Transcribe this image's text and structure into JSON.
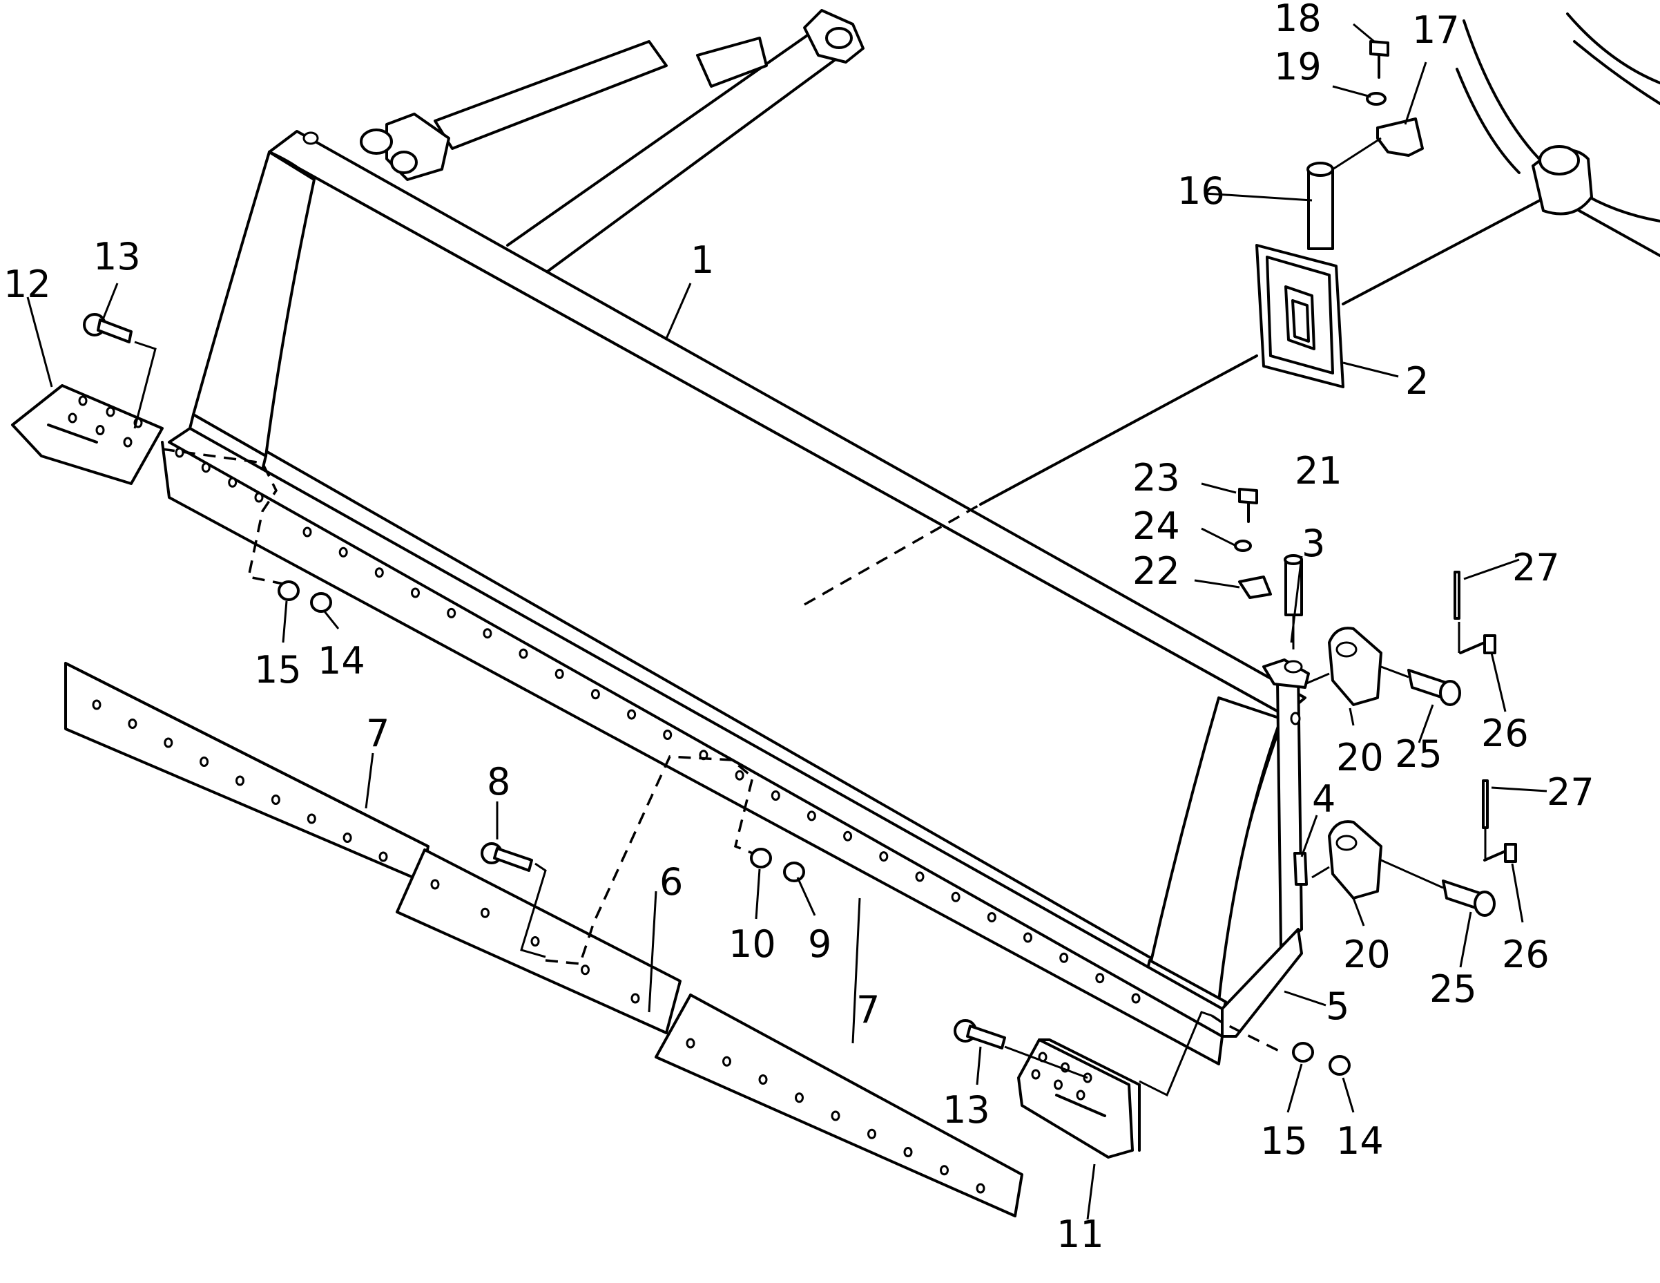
{
  "callouts": [
    {
      "id": "1",
      "text": "1"
    },
    {
      "id": "2",
      "text": "2"
    },
    {
      "id": "3",
      "text": "3"
    },
    {
      "id": "4",
      "text": "4"
    },
    {
      "id": "5",
      "text": "5"
    },
    {
      "id": "6",
      "text": "6"
    },
    {
      "id": "7a",
      "text": "7"
    },
    {
      "id": "7b",
      "text": "7"
    },
    {
      "id": "8",
      "text": "8"
    },
    {
      "id": "9",
      "text": "9"
    },
    {
      "id": "10",
      "text": "10"
    },
    {
      "id": "11",
      "text": "11"
    },
    {
      "id": "12",
      "text": "12"
    },
    {
      "id": "13a",
      "text": "13"
    },
    {
      "id": "13b",
      "text": "13"
    },
    {
      "id": "14a",
      "text": "14"
    },
    {
      "id": "14b",
      "text": "14"
    },
    {
      "id": "15a",
      "text": "15"
    },
    {
      "id": "15b",
      "text": "15"
    },
    {
      "id": "16",
      "text": "16"
    },
    {
      "id": "17",
      "text": "17"
    },
    {
      "id": "18",
      "text": "18"
    },
    {
      "id": "19",
      "text": "19"
    },
    {
      "id": "20a",
      "text": "20"
    },
    {
      "id": "20b",
      "text": "20"
    },
    {
      "id": "21",
      "text": "21"
    },
    {
      "id": "22",
      "text": "22"
    },
    {
      "id": "23",
      "text": "23"
    },
    {
      "id": "24",
      "text": "24"
    },
    {
      "id": "25a",
      "text": "25"
    },
    {
      "id": "25b",
      "text": "25"
    },
    {
      "id": "26a",
      "text": "26"
    },
    {
      "id": "26b",
      "text": "26"
    },
    {
      "id": "27a",
      "text": "27"
    },
    {
      "id": "27b",
      "text": "27"
    }
  ]
}
